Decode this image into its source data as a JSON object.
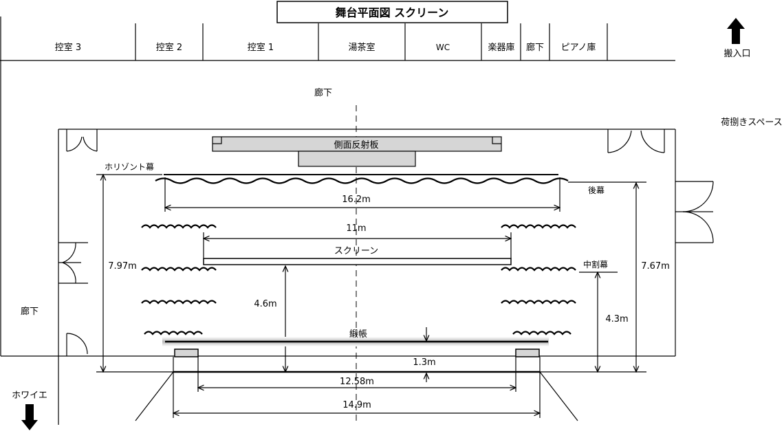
{
  "title": "舞台平面図 スクリーン",
  "rooms": [
    "控室 3",
    "控室 2",
    "控室 1",
    "湯茶室",
    "WC",
    "楽器庫",
    "廊下",
    "ピアノ庫"
  ],
  "labels": {
    "loading_entrance": "搬入口",
    "loading_space": "荷捌きスペース",
    "corridor_top": "廊下",
    "corridor_left": "廊下",
    "foyer": "ホワイエ",
    "side_reflector": "側面反射板",
    "horizon_curtain": "ホリゾント幕",
    "back_curtain": "後幕",
    "screen": "スクリーン",
    "mid_curtain": "中割幕",
    "drop_curtain": "緞帳"
  },
  "dimensions": {
    "back_width": "16.2m",
    "screen_width": "11m",
    "depth_left": "7.97m",
    "depth_right": "7.67m",
    "screen_depth": "4.6m",
    "mid_depth": "4.3m",
    "apron": "1.3m",
    "proscenium_inner": "12.58m",
    "proscenium_outer": "14.9m"
  }
}
